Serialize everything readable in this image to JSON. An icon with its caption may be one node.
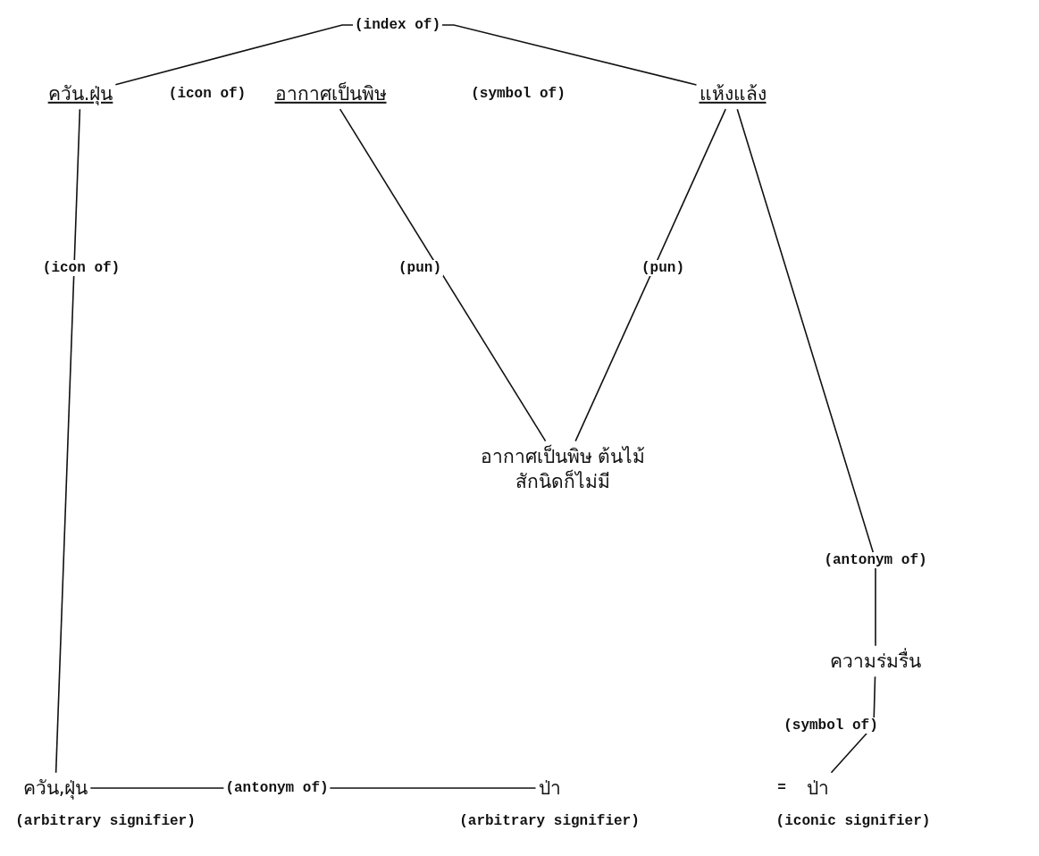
{
  "diagram": {
    "nodes": [
      {
        "text": [
          "ควัน.ฝุ่น"
        ]
      },
      {
        "text": [
          "อากาศเป็นพิษ"
        ]
      },
      {
        "text": [
          "แห้งแล้ง"
        ]
      },
      {
        "text": [
          "อากาศเป็นพิษ ต้นไม้สักนิดก็ไม่มี"
        ]
      },
      {
        "text": [
          "ความร่มรื่น"
        ]
      },
      {
        "text": [
          "ควัน,ฝุ่น"
        ],
        "beside": [
          "(arbitrary signifier)"
        ]
      },
      {
        "text": [
          "ป่า"
        ],
        "beside": [
          "(arbitrary signifier)"
        ]
      },
      {
        "text": [
          "ป่า"
        ],
        "beside": [
          "(iconic signifier)"
        ]
      }
    ],
    "edges": [
      {
        "from": 0,
        "to": 2,
        "arrow": "none",
        "label": "(index of)"
      },
      {
        "from": 0,
        "to": 5,
        "arrow": "none",
        "label": "(icon of)"
      },
      {
        "from": 1,
        "to": 3,
        "arrow": "none",
        "label": "(pun)"
      },
      {
        "from": 2,
        "to": 3,
        "arrow": "none",
        "label": "(pun)"
      },
      {
        "from": 2,
        "to": 4,
        "arrow": "none",
        "label": "(antonym of)"
      },
      {
        "from": 4,
        "to": 7,
        "arrow": "none",
        "label": "(symbol of)"
      },
      {
        "from": 5,
        "to": 6,
        "arrow": "none",
        "label": "(antonym of)"
      }
    ],
    "labels": [
      "(icon of)",
      "(symbol of)",
      "="
    ]
  }
}
